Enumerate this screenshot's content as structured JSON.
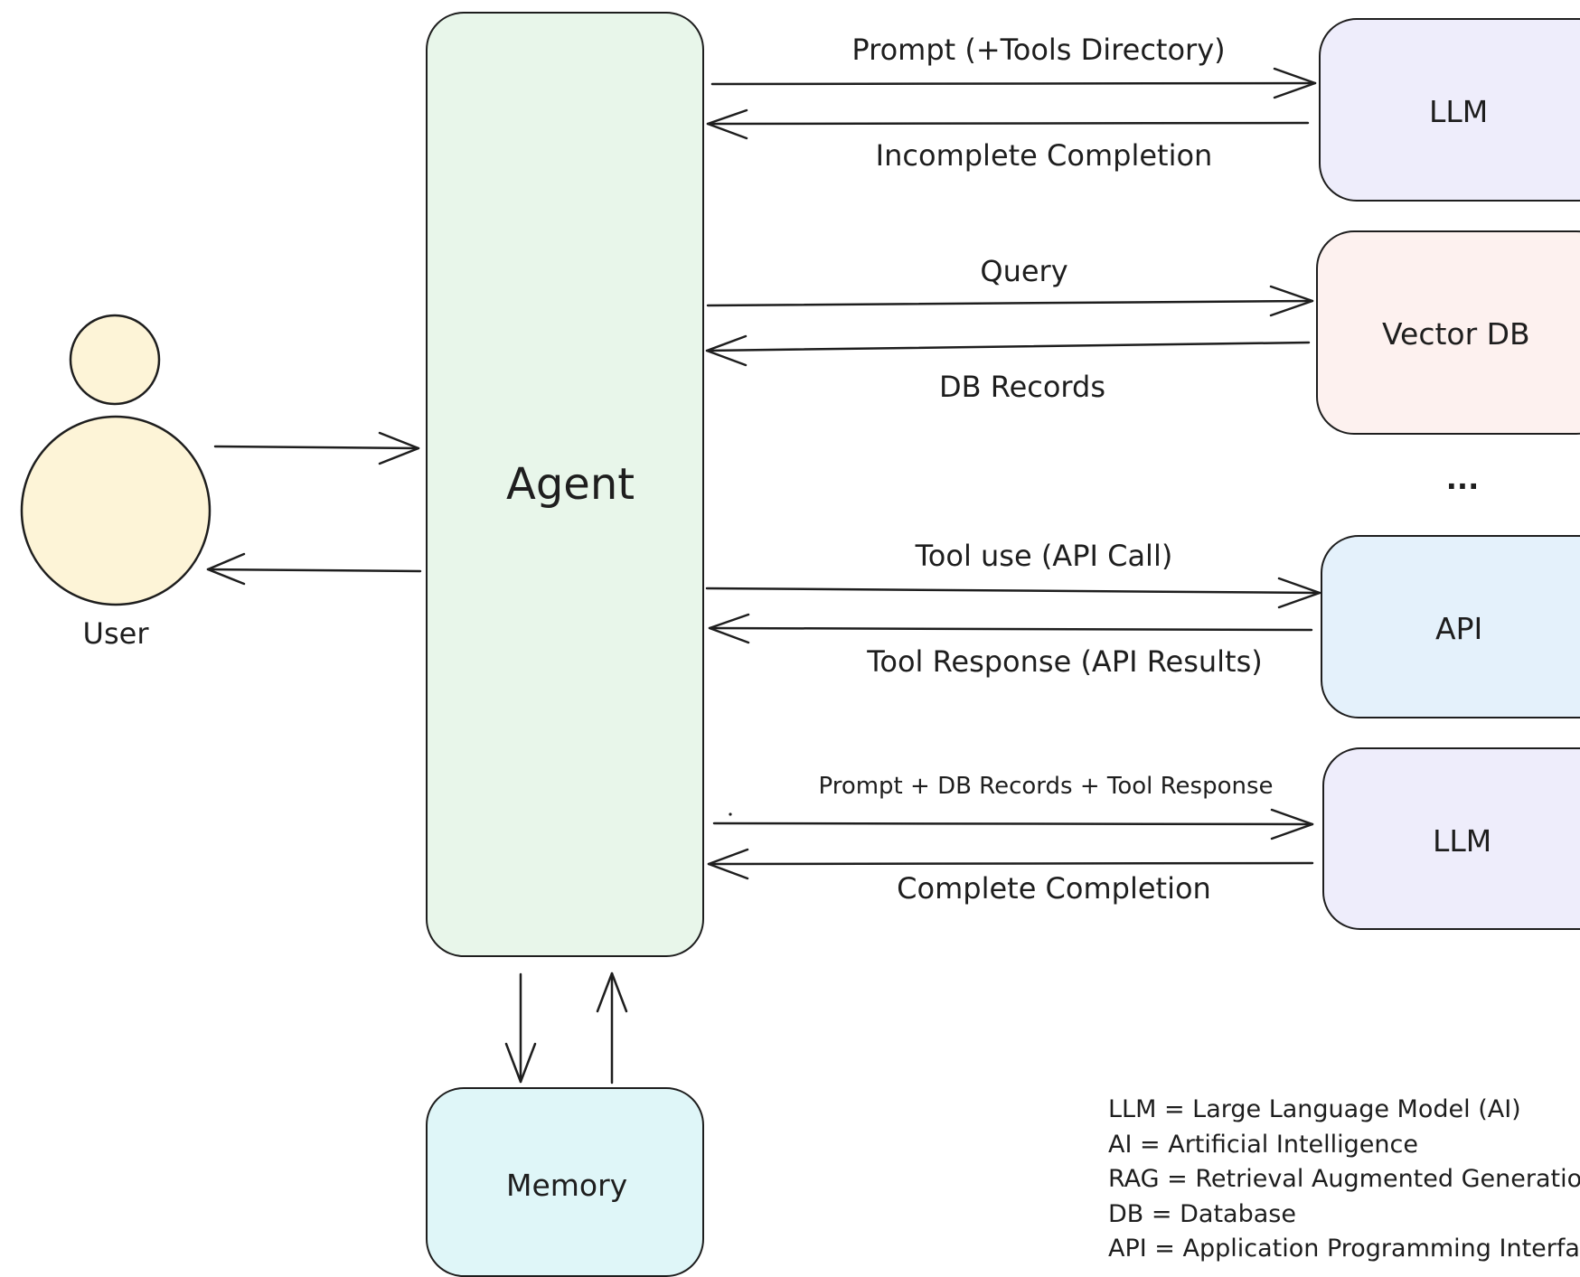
{
  "nodes": {
    "agent": "Agent",
    "user": "User",
    "memory": "Memory",
    "llm_top": "LLM",
    "vector_db": "Vector DB",
    "ellipsis": "...",
    "api": "API",
    "llm_bottom": "LLM"
  },
  "edges": {
    "prompt_tools": "Prompt (+Tools Directory)",
    "incomplete_completion": "Incomplete Completion",
    "query": "Query",
    "db_records": "DB Records",
    "tool_use": "Tool use (API Call)",
    "tool_response": "Tool Response (API Results)",
    "prompt_combined": "Prompt + DB Records + Tool Response",
    "complete_completion": "Complete Completion"
  },
  "legend": [
    "LLM = Large Language Model (AI)",
    "AI = Artificial Intelligence",
    "RAG = Retrieval Augmented Generation",
    "DB = Database",
    "API = Application Programming Interface"
  ],
  "colors": {
    "agent_fill": "#e8f6ea",
    "llm_fill": "#eeedfb",
    "vector_db_fill": "#fdf1ef",
    "api_fill": "#e4f1fb",
    "memory_fill": "#dff6f8",
    "user_fill": "#fdf4d7",
    "stroke": "#1e1e1e"
  }
}
